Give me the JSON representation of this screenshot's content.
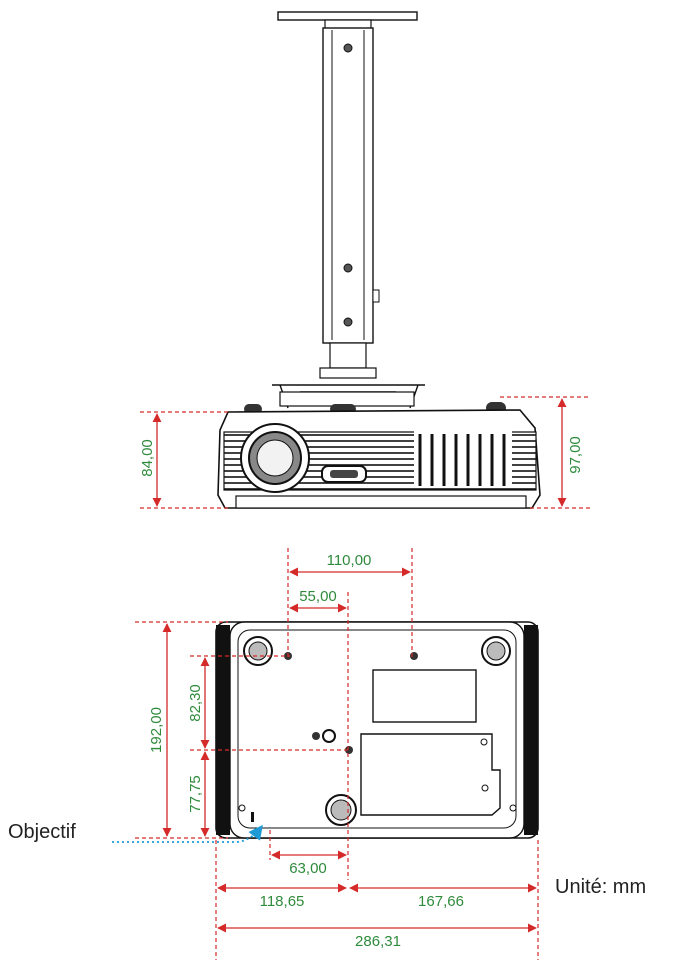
{
  "dimensions": {
    "side_height_lens": "84,00",
    "side_height_total": "97,00",
    "top_hole_spacing": "110,00",
    "top_hole_offset": "55,00",
    "left_depth_total": "192,00",
    "left_depth_upper": "82,30",
    "left_depth_lower": "77,75",
    "lens_offset": "63,00",
    "width_left": "118,65",
    "width_right": "167,66",
    "width_total": "286,31"
  },
  "labels": {
    "lens": "Objectif",
    "unit": "Unité: mm"
  },
  "colors": {
    "dimension_text": "#2e8b3c",
    "dimension_line": "#d42a2a",
    "pointer": "#1e9bd7"
  }
}
